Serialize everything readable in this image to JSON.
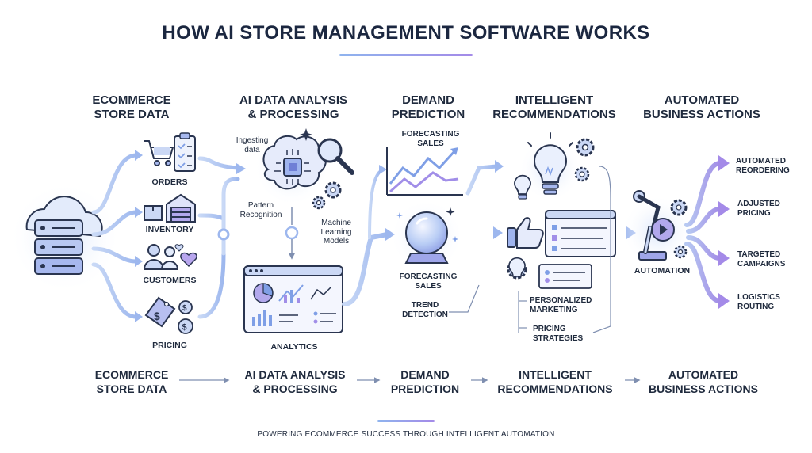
{
  "title": "HOW AI STORE MANAGEMENT SOFTWARE WORKS",
  "stages": [
    {
      "line1": "ECOMMERCE",
      "line2": "STORE DATA"
    },
    {
      "line1": "AI DATA ANALYSIS",
      "line2": "& PROCESSING"
    },
    {
      "line1": "DEMAND",
      "line2": "PREDICTION"
    },
    {
      "line1": "INTELLIGENT",
      "line2": "RECOMMENDATIONS"
    },
    {
      "line1": "AUTOMATED",
      "line2": "BUSINESS ACTIONS"
    }
  ],
  "store_data": {
    "orders": "ORDERS",
    "inventory": "INVENTORY",
    "customers": "CUSTOMERS",
    "pricing": "PRICING"
  },
  "analysis": {
    "ingesting_1": "Ingesting",
    "ingesting_2": "data",
    "pattern_1": "Pattern",
    "pattern_2": "Recognition",
    "ml_1": "Machine",
    "ml_2": "Learning",
    "ml_3": "Models",
    "analytics": "ANALYTICS"
  },
  "prediction": {
    "forecast_top_1": "FORECASTING",
    "forecast_top_2": "SALES",
    "forecast_bottom_1": "FORECASTING",
    "forecast_bottom_2": "SALES",
    "trend_1": "TREND",
    "trend_2": "DETECTION"
  },
  "recommendations": {
    "personalized_1": "PERSONALIZED",
    "personalized_2": "MARKETING",
    "pricing_1": "PRICING",
    "pricing_2": "STRATEGIES"
  },
  "actions": {
    "automation": "AUTOMATION",
    "reordering_1": "AUTOMATED",
    "reordering_2": "REORDERING",
    "adjusted_1": "ADJUSTED",
    "adjusted_2": "PRICING",
    "campaigns_1": "TARGETED",
    "campaigns_2": "CAMPAIGNS",
    "logistics_1": "LOGISTICS",
    "logistics_2": "ROUTING"
  },
  "footer": "POWERING ECOMMERCE SUCCESS THROUGH INTELLIGENT AUTOMATION",
  "colors": {
    "ink": "#1f2a3d",
    "primary": "#7f9fe6",
    "secondary": "#a18ee8",
    "tint": "#dfe8fb",
    "tint2": "#ece6fb"
  },
  "icons": [
    "cloud-server-icon",
    "cart-icon",
    "clipboard-icon",
    "boxes-icon",
    "warehouse-icon",
    "users-icon",
    "heart-icon",
    "price-tag-icon",
    "coin-icon",
    "brain-chip-icon",
    "magnifier-icon",
    "gear-icon",
    "line-chart-icon",
    "crystal-ball-icon",
    "lightbulb-icon",
    "thumbs-up-icon",
    "robot-arm-icon"
  ]
}
